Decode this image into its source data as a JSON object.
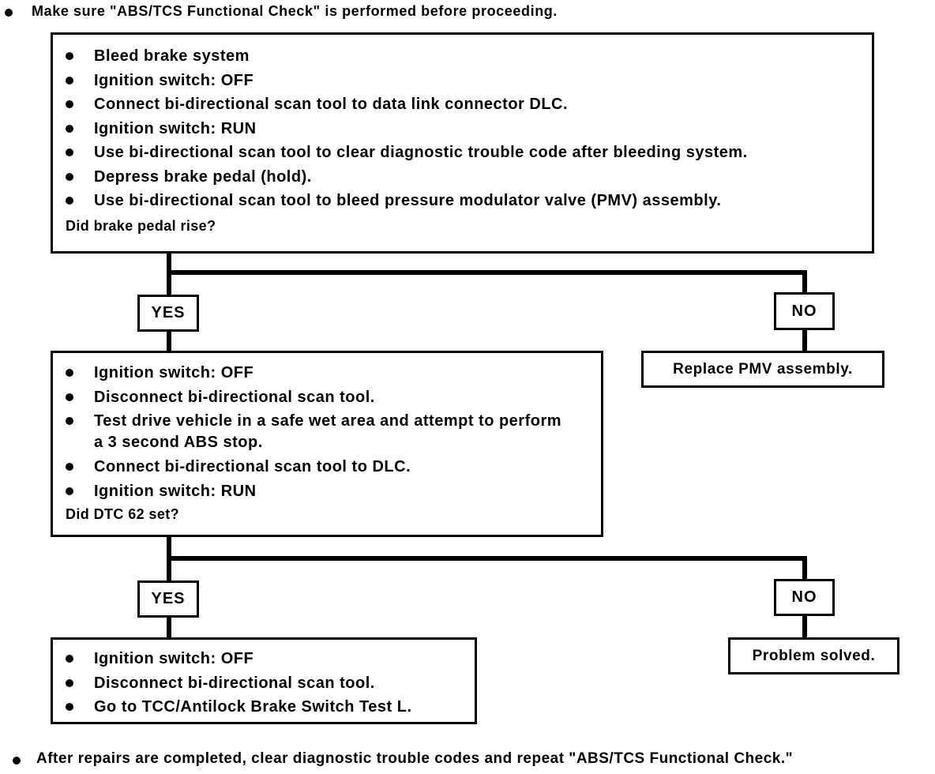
{
  "header_note": "Make sure \"ABS/TCS Functional Check\" is performed before proceeding.",
  "footer_note": "After repairs are completed, clear diagnostic trouble codes and repeat \"ABS/TCS Functional Check.\"",
  "step1": {
    "items": [
      "Bleed brake system",
      "Ignition switch: OFF",
      "Connect bi-directional scan tool to data link connector DLC.",
      "Ignition switch: RUN",
      "Use bi-directional scan tool to clear diagnostic trouble code after bleeding system.",
      "Depress brake pedal (hold).",
      "Use bi-directional scan tool to bleed pressure modulator valve (PMV) assembly."
    ],
    "question": "Did brake pedal rise?"
  },
  "branch1": {
    "yes": "YES",
    "no": "NO",
    "no_result": "Replace PMV assembly."
  },
  "step2": {
    "items": [
      "Ignition switch: OFF",
      "Disconnect bi-directional scan tool.",
      "Test drive vehicle in a safe wet area and attempt to perform a 3 second ABS stop.",
      "Connect bi-directional scan tool to DLC.",
      "Ignition switch: RUN"
    ],
    "question": "Did DTC 62 set?"
  },
  "branch2": {
    "yes": "YES",
    "no": "NO",
    "no_result": "Problem solved."
  },
  "step3": {
    "items": [
      "Ignition switch: OFF",
      "Disconnect bi-directional scan tool.",
      "Go to TCC/Antilock Brake Switch Test L."
    ]
  }
}
